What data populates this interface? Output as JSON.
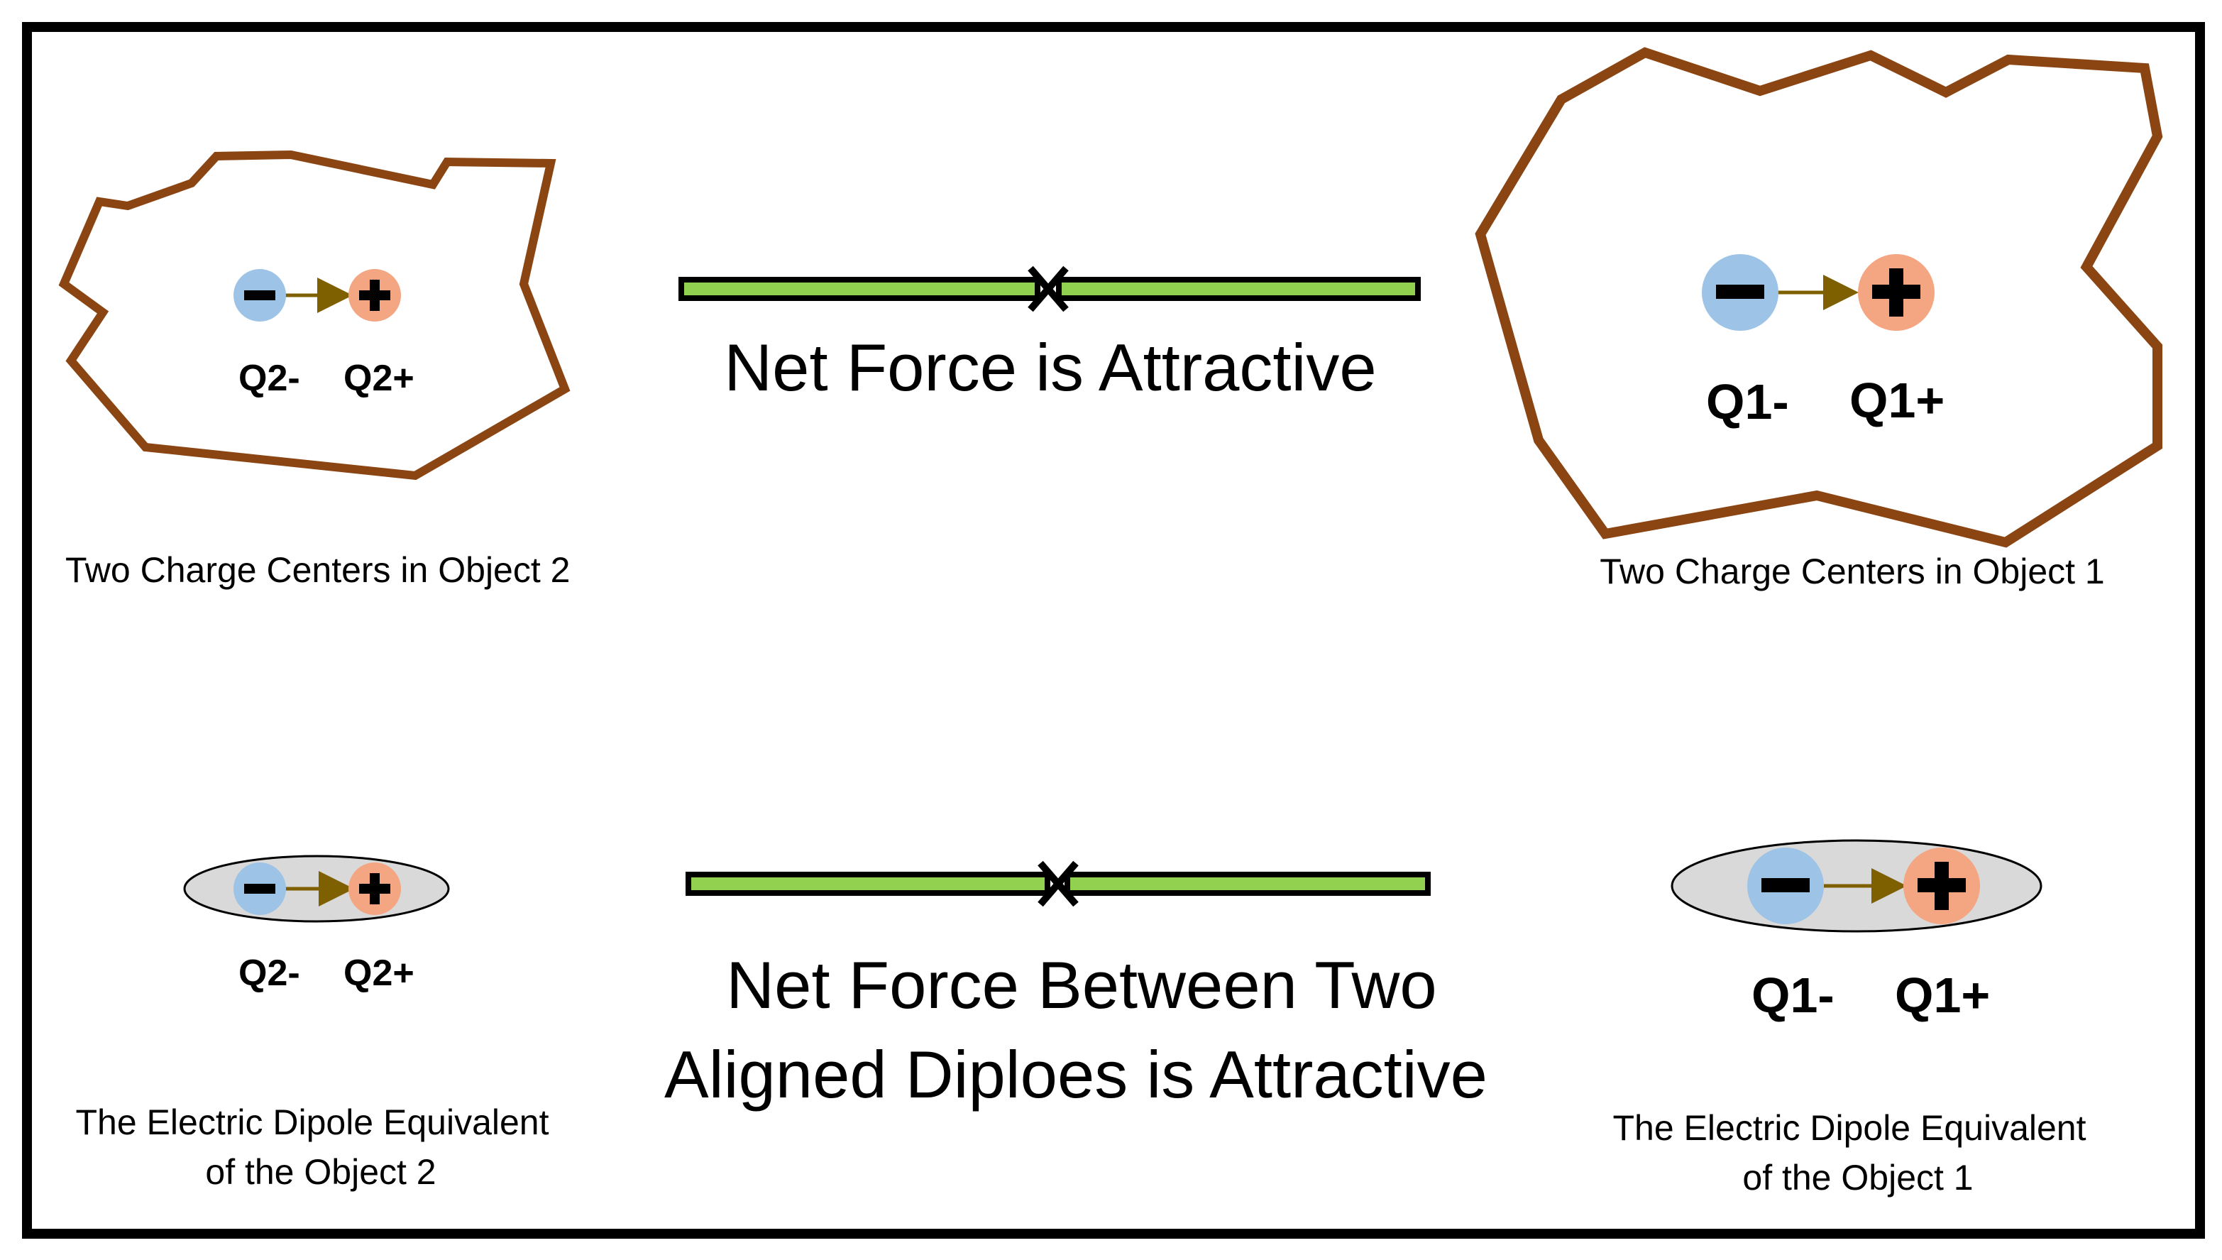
{
  "colors": {
    "frame": "#000000",
    "object_outline": "#8B4513",
    "force_bar_fill": "#92D050",
    "negative_charge": "#9DC3E6",
    "positive_charge": "#F4A582",
    "dipole_arrow": "#7F6000",
    "dipole_ellipse_fill": "#D9D9D9"
  },
  "icons": {
    "negative": "minus-sign",
    "positive": "plus-sign",
    "force_junction": "x-mark"
  },
  "top_row": {
    "object2": {
      "neg_label": "Q2-",
      "pos_label": "Q2+",
      "caption": "Two Charge Centers in Object 2"
    },
    "force": {
      "text": "Net Force is Attractive"
    },
    "object1": {
      "neg_label": "Q1-",
      "pos_label": "Q1+",
      "caption": "Two Charge Centers in Object 1"
    }
  },
  "bottom_row": {
    "dipole2": {
      "neg_label": "Q2-",
      "pos_label": "Q2+",
      "caption_line1": "The Electric Dipole Equivalent",
      "caption_line2": "of the Object 2"
    },
    "force": {
      "line1": "Net Force Between Two",
      "line2": "Aligned Diploes is Attractive"
    },
    "dipole1": {
      "neg_label": "Q1-",
      "pos_label": "Q1+",
      "caption_line1": "The Electric Dipole Equivalent",
      "caption_line2": "of the Object 1"
    }
  }
}
